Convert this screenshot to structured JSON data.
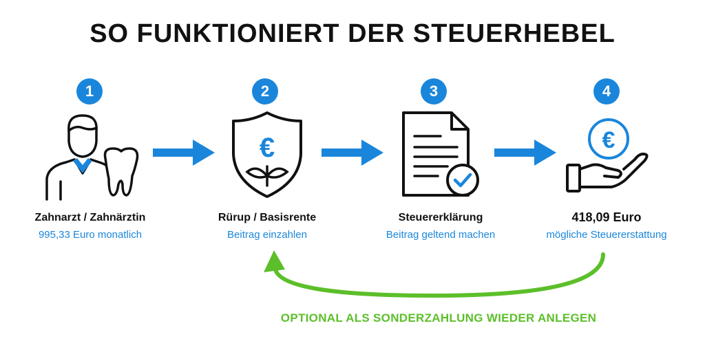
{
  "title": "SO FUNKTIONIERT DER STEUERHEBEL",
  "colors": {
    "accent": "#1a86db",
    "green": "#5cbf2a",
    "ink": "#111111"
  },
  "steps": [
    {
      "number": "1",
      "title": "Zahnarzt / Zahnärztin",
      "subtitle": "995,33 Euro monatlich",
      "icon": "dentist-with-tooth-icon"
    },
    {
      "number": "2",
      "title": "Rürup / Basisrente",
      "subtitle": "Beitrag einzahlen",
      "icon": "shield-euro-plant-icon"
    },
    {
      "number": "3",
      "title": "Steuererklärung",
      "subtitle": "Beitrag geltend machen",
      "icon": "document-check-icon"
    },
    {
      "number": "4",
      "title": "418,09 Euro",
      "subtitle": "mögliche Steuererstattung",
      "icon": "hand-euro-coin-icon"
    }
  ],
  "loop_label": "OPTIONAL ALS SONDERZAHLUNG WIEDER ANLEGEN"
}
